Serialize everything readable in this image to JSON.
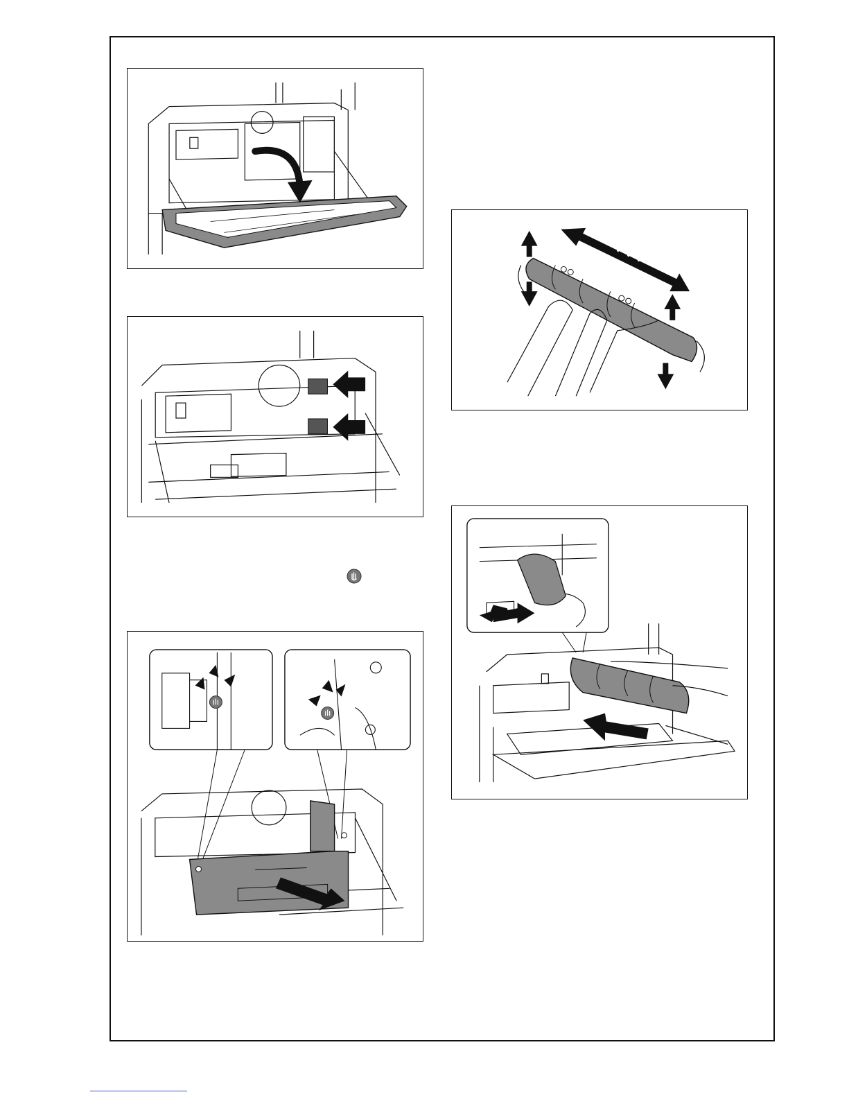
{
  "figures": [
    {
      "name": "open-front-door-illustration"
    },
    {
      "name": "release-waste-toner-levers-illustration"
    },
    {
      "name": "insert-waste-toner-box-illustration"
    },
    {
      "name": "shake-toner-cartridge-illustration"
    },
    {
      "name": "insert-toner-cartridge-illustration"
    }
  ],
  "icons": {
    "inline": "click-icon",
    "callout_left": "click-icon",
    "callout_right": "click-icon"
  },
  "colors": {
    "line": "#111111",
    "part_gray": "#8a8a8a",
    "part_dark": "#555555",
    "link": "#3355cc"
  }
}
